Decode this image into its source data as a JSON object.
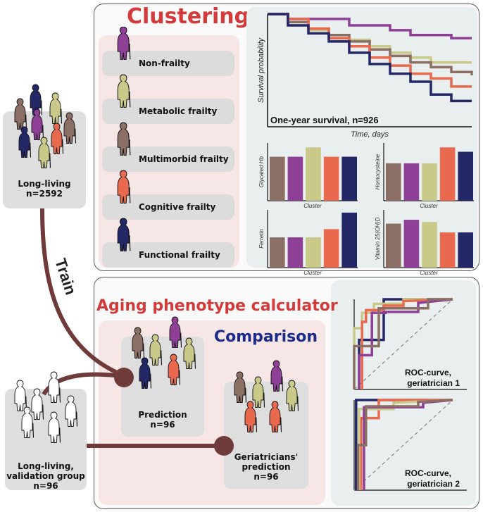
{
  "colors": {
    "non_frailty": "#8e3f96",
    "metabolic": "#c9c98a",
    "multimorbid": "#8b6e64",
    "cognitive": "#e8694e",
    "functional": "#242766",
    "connector": "#6e3a3a",
    "accent_red": "#d33b3b",
    "accent_blue": "#1c2a8a"
  },
  "left": {
    "training_group": {
      "label": "Long-living",
      "n": "n=2592"
    },
    "validation_group": {
      "label_line1": "Long-living,",
      "label_line2": "validation group",
      "n": "n=96"
    },
    "train_label": "Train"
  },
  "clustering": {
    "title": "Clustering",
    "clusters": [
      {
        "key": "non_frailty",
        "label": "Non-frailty"
      },
      {
        "key": "metabolic",
        "label": "Metabolic frailty"
      },
      {
        "key": "multimorbid",
        "label": "Multimorbid frailty"
      },
      {
        "key": "cognitive",
        "label": "Cognitive frailty"
      },
      {
        "key": "functional",
        "label": "Functional frailty"
      }
    ]
  },
  "calculator": {
    "title": "Aging phenotype calculator",
    "comparison_label": "Comparison",
    "prediction": {
      "label": "Prediction",
      "n": "n=96"
    },
    "geriatricians": {
      "label_line1": "Geriatricians'",
      "label_line2": "prediction",
      "n": "n=96"
    }
  },
  "chart_data": [
    {
      "type": "line",
      "title": "One-year survival, n=926",
      "xlabel": "Time, days",
      "ylabel": "Survival probability",
      "step": true,
      "x": [
        0,
        0.1,
        0.2,
        0.3,
        0.4,
        0.5,
        0.6,
        0.7,
        0.8,
        0.9,
        1.0
      ],
      "series": [
        {
          "name": "Non-frailty",
          "color": "#8e3f96",
          "values": [
            1.0,
            0.97,
            0.97,
            0.97,
            0.93,
            0.93,
            0.9,
            0.87,
            0.87,
            0.85,
            0.85
          ]
        },
        {
          "name": "Metabolic frailty",
          "color": "#c9c98a",
          "values": [
            1.0,
            0.93,
            0.9,
            0.87,
            0.84,
            0.8,
            0.76,
            0.73,
            0.7,
            0.7,
            0.7
          ]
        },
        {
          "name": "Multimorbid frailty",
          "color": "#8b6e64",
          "values": [
            1.0,
            0.95,
            0.91,
            0.87,
            0.83,
            0.78,
            0.74,
            0.7,
            0.67,
            0.64,
            0.62
          ]
        },
        {
          "name": "Cognitive frailty",
          "color": "#e8694e",
          "values": [
            1.0,
            0.97,
            0.91,
            0.85,
            0.8,
            0.73,
            0.68,
            0.63,
            0.6,
            0.55,
            0.55
          ]
        },
        {
          "name": "Functional frailty",
          "color": "#242766",
          "values": [
            1.0,
            0.93,
            0.88,
            0.83,
            0.76,
            0.69,
            0.63,
            0.58,
            0.5,
            0.46,
            0.46
          ]
        }
      ],
      "ylim": [
        0.3,
        1.0
      ]
    },
    {
      "type": "bar",
      "ylabel": "Glycated Hb",
      "xlabel": "Cluster",
      "categories": [
        "Multimorbid frailty",
        "Non-frailty",
        "Metabolic frailty",
        "Cognitive frailty",
        "Functional frailty"
      ],
      "colors": [
        "#8b6e64",
        "#8e3f96",
        "#c9c98a",
        "#e8694e",
        "#242766"
      ],
      "values": [
        0.8,
        0.8,
        0.97,
        0.8,
        0.8
      ],
      "ylim": [
        0,
        1.05
      ]
    },
    {
      "type": "bar",
      "ylabel": "Homocysteine",
      "xlabel": "Cluster",
      "categories": [
        "Multimorbid frailty",
        "Non-frailty",
        "Metabolic frailty",
        "Cognitive frailty",
        "Functional frailty"
      ],
      "colors": [
        "#8b6e64",
        "#8e3f96",
        "#c9c98a",
        "#e8694e",
        "#242766"
      ],
      "values": [
        0.68,
        0.68,
        0.68,
        0.97,
        0.89
      ],
      "ylim": [
        0,
        1.05
      ]
    },
    {
      "type": "bar",
      "ylabel": "Ferretin",
      "xlabel": "Cluster",
      "categories": [
        "Multimorbid frailty",
        "Non-frailty",
        "Metabolic frailty",
        "Cognitive frailty",
        "Functional frailty"
      ],
      "colors": [
        "#8b6e64",
        "#8e3f96",
        "#c9c98a",
        "#e8694e",
        "#242766"
      ],
      "values": [
        0.55,
        0.55,
        0.55,
        0.7,
        1.0
      ],
      "ylim": [
        0,
        1.05
      ]
    },
    {
      "type": "bar",
      "ylabel": "Vitamin 25(OH)D",
      "xlabel": "Cluster",
      "categories": [
        "Multimorbid frailty",
        "Non-frailty",
        "Metabolic frailty",
        "Cognitive frailty",
        "Functional frailty"
      ],
      "colors": [
        "#8b6e64",
        "#8e3f96",
        "#c9c98a",
        "#e8694e",
        "#242766"
      ],
      "values": [
        0.8,
        0.87,
        0.83,
        0.64,
        0.64
      ],
      "ylim": [
        0,
        1.05
      ]
    },
    {
      "type": "line",
      "title": "ROC-curve, geriatrician 1",
      "step": true,
      "diagonal": true,
      "series": [
        {
          "name": "Functional frailty",
          "color": "#242766",
          "points": [
            [
              0.05,
              0
            ],
            [
              0.05,
              0.55
            ],
            [
              0.3,
              0.55
            ],
            [
              0.3,
              1
            ],
            [
              1,
              1
            ]
          ]
        },
        {
          "name": "Metabolic frailty",
          "color": "#c9c98a",
          "points": [
            [
              0,
              0
            ],
            [
              0,
              0.68
            ],
            [
              0.08,
              0.68
            ],
            [
              0.08,
              0.85
            ],
            [
              0.2,
              0.85
            ],
            [
              0.2,
              0.95
            ],
            [
              0.5,
              0.95
            ],
            [
              0.5,
              1
            ],
            [
              1,
              1
            ]
          ]
        },
        {
          "name": "Cognitive frailty",
          "color": "#e8694e",
          "points": [
            [
              0.08,
              0
            ],
            [
              0.08,
              0.75
            ],
            [
              0.12,
              0.75
            ],
            [
              0.12,
              0.88
            ],
            [
              0.3,
              0.88
            ],
            [
              0.3,
              0.93
            ],
            [
              0.5,
              0.93
            ],
            [
              0.5,
              0.98
            ],
            [
              1,
              1
            ]
          ]
        },
        {
          "name": "Non-frailty",
          "color": "#8e3f96",
          "points": [
            [
              0.05,
              0
            ],
            [
              0.05,
              0.38
            ],
            [
              0.18,
              0.38
            ],
            [
              0.18,
              0.85
            ],
            [
              0.32,
              0.85
            ],
            [
              0.32,
              0.86
            ],
            [
              0.65,
              0.86
            ],
            [
              0.65,
              0.96
            ],
            [
              1,
              1
            ]
          ]
        },
        {
          "name": "Multimorbid frailty",
          "color": "#8b6e64",
          "points": [
            [
              0,
              0
            ],
            [
              0,
              0.48
            ],
            [
              0.25,
              0.48
            ],
            [
              0.25,
              0.9
            ],
            [
              0.75,
              0.9
            ],
            [
              0.75,
              1
            ],
            [
              1,
              1
            ]
          ]
        }
      ]
    },
    {
      "type": "line",
      "title": "ROC-curve, geriatrician 2",
      "step": true,
      "diagonal": true,
      "series": [
        {
          "name": "Functional frailty",
          "color": "#242766",
          "points": [
            [
              0.02,
              0
            ],
            [
              0.02,
              1
            ],
            [
              1,
              1
            ]
          ]
        },
        {
          "name": "Cognitive frailty",
          "color": "#e8694e",
          "points": [
            [
              0.07,
              0
            ],
            [
              0.07,
              0.8
            ],
            [
              0.25,
              0.8
            ],
            [
              0.25,
              1
            ],
            [
              1,
              1
            ]
          ]
        },
        {
          "name": "Metabolic frailty",
          "color": "#c9c98a",
          "points": [
            [
              0.05,
              0
            ],
            [
              0.05,
              0.9
            ],
            [
              0.4,
              0.9
            ],
            [
              0.4,
              0.97
            ],
            [
              1,
              1
            ]
          ]
        },
        {
          "name": "Non-frailty",
          "color": "#8e3f96",
          "points": [
            [
              0.1,
              0
            ],
            [
              0.1,
              0.92
            ],
            [
              0.7,
              0.92
            ],
            [
              0.7,
              0.97
            ],
            [
              1,
              1
            ]
          ]
        },
        {
          "name": "Multimorbid frailty",
          "color": "#8b6e64",
          "points": [
            [
              0.04,
              0
            ],
            [
              0.04,
              0.5
            ],
            [
              0.12,
              0.5
            ],
            [
              0.12,
              0.93
            ],
            [
              0.65,
              0.93
            ],
            [
              0.65,
              0.98
            ],
            [
              1,
              1
            ]
          ]
        }
      ]
    }
  ]
}
